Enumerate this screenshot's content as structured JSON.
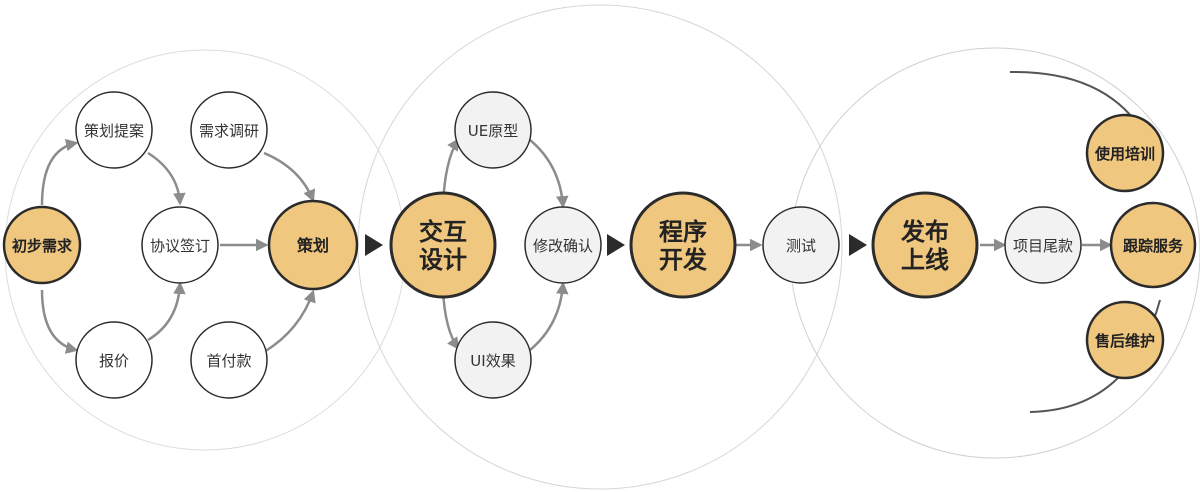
{
  "colors": {
    "accent_fill": "#f0c77f",
    "accent_stroke": "#2b2b2b",
    "light_fill": "#f2f2f2",
    "white_fill": "#ffffff",
    "arrow": "#8c8c8c",
    "connector": "#2b2b2b",
    "big_circle": "#d9d9d9"
  },
  "stages": {
    "planning": {
      "start": "初步需求",
      "proposal": "策划提案",
      "research": "需求调研",
      "agreement": "协议签订",
      "quote": "报价",
      "down_payment": "首付款",
      "plan": "策划"
    },
    "design": {
      "main_line1": "交互",
      "main_line2": "设计",
      "ue": "UE原型",
      "ui": "UI效果",
      "revise": "修改确认"
    },
    "development": {
      "main_line1": "程序",
      "main_line2": "开发",
      "test": "测试"
    },
    "launch": {
      "main_line1": "发布",
      "main_line2": "上线",
      "final_payment": "项目尾款",
      "training": "使用培训",
      "service": "跟踪服务",
      "maintenance": "售后维护"
    }
  }
}
